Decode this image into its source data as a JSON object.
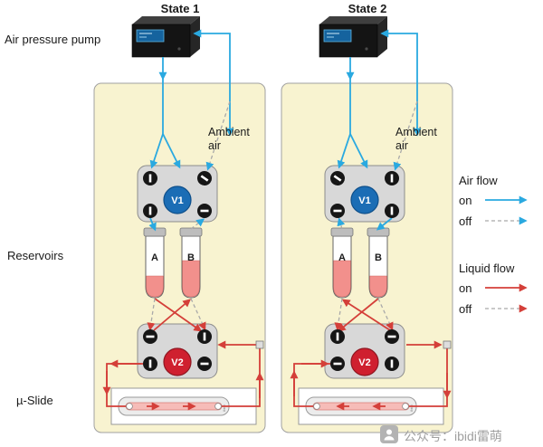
{
  "colors": {
    "air_flow_on": "#2aa9e0",
    "liquid_flow_on": "#d43f39",
    "flow_off_line": "#a9a9a9",
    "panel_background": "#f8f3d0",
    "valve_v1": "#1b6db5",
    "valve_v2": "#cf202f",
    "liquid_fill": "#f2908c"
  },
  "labels": {
    "air_pressure_pump": "Air pressure pump",
    "reservoirs": "Reservoirs",
    "u_slide": "µ-Slide",
    "ambient_line1": "Ambient",
    "ambient_line2": "air",
    "valve1": "V1",
    "valve2": "V2",
    "reservoir_a": "A",
    "reservoir_b": "B",
    "slide_brand": "ibidi"
  },
  "legend": {
    "air_flow": "Air flow",
    "air_on": "on",
    "air_off": "off",
    "liquid_flow": "Liquid flow",
    "liquid_on": "on",
    "liquid_off": "off"
  },
  "watermark": {
    "text": "公众号：ibidi雷萌"
  },
  "panels": [
    {
      "state_label": "State 1",
      "pressurized_reservoir": "A",
      "reservoir_a_fill_percent": 25,
      "reservoir_b_fill_percent": 55,
      "slide_flow_direction": "left-to-right"
    },
    {
      "state_label": "State 2",
      "pressurized_reservoir": "B",
      "reservoir_a_fill_percent": 55,
      "reservoir_b_fill_percent": 25,
      "slide_flow_direction": "right-to-left"
    }
  ]
}
